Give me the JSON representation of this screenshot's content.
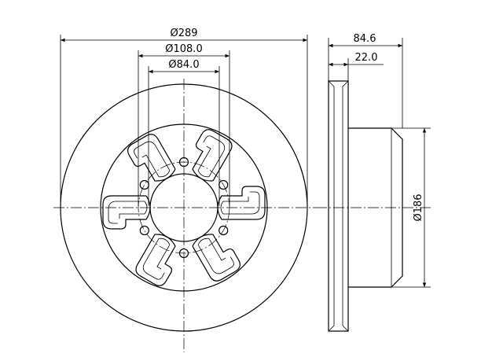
{
  "drawing": {
    "dimensions": {
      "outer_diameter": "Ø289",
      "bolt_circle_diameter": "Ø108.0",
      "center_bore_diameter": "Ø84.0",
      "overall_height": "84.6",
      "disc_thickness": "22.0",
      "hat_diameter": "Ø186"
    },
    "stroke_color": "#000000",
    "background_color": "#ffffff",
    "stud_count": 6,
    "slot_count": 6
  }
}
